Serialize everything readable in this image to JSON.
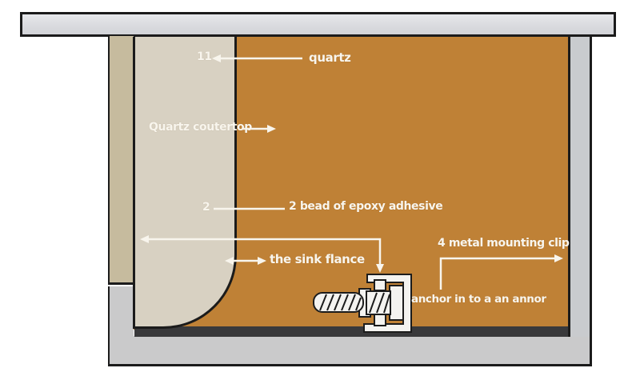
{
  "diagram": {
    "subject": "undermount-sink-mounting-clip-cross-section",
    "labels": {
      "ref11": "11",
      "quartz": "quartz",
      "countertop": "Quartz coutertop",
      "epoxy_ref": "2",
      "epoxy": "2 bead of epoxy adhesive",
      "sink_flange": "the sink flance",
      "mounting_clip": "4 metal mounting clip",
      "anchor": "anchor in to a an annor"
    },
    "colors": {
      "cabinet_orange": "#bf8136",
      "countertop_beige": "#d8d1c2",
      "substrate_khaki": "#c6bb9e",
      "top_rail_gray": "#dcdde1",
      "sink_gray": "#cacacb",
      "seal_dark": "#39393b",
      "outline_black": "#1b1b1b",
      "annotation_white": "#f8f5ed"
    }
  }
}
